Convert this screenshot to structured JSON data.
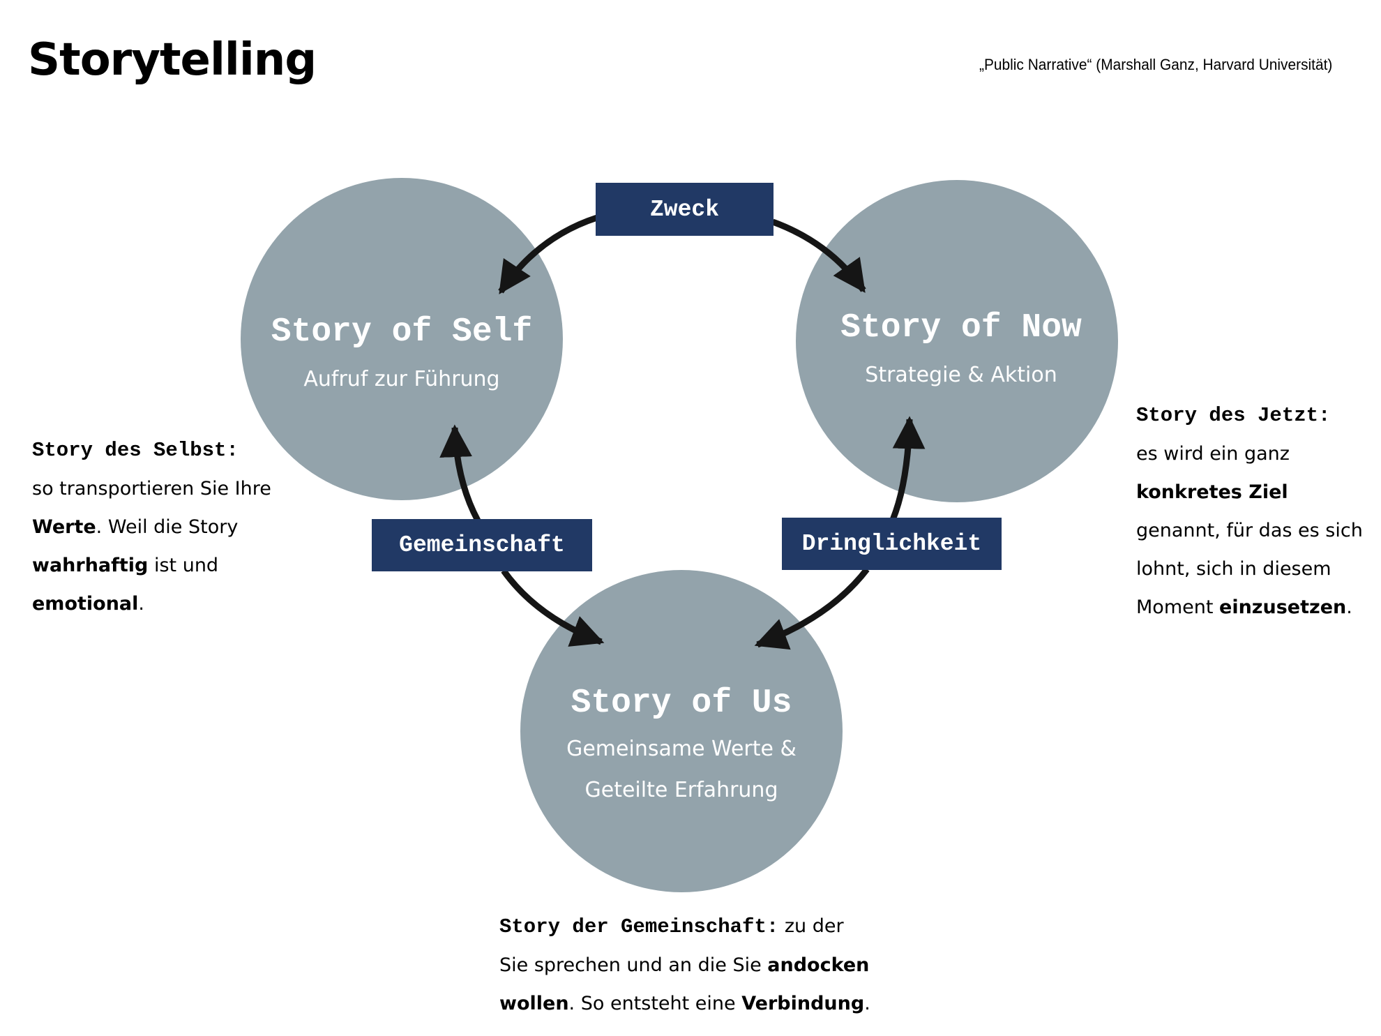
{
  "header": {
    "title": "Storytelling",
    "citation": "„Public Narrative“ (Marshall Ganz, Harvard Universität)"
  },
  "colors": {
    "circle_fill": "#93a3ab",
    "tag_fill": "#213965",
    "arrow": "#151515",
    "text": "#000000"
  },
  "circles": {
    "self": {
      "title": "Story of Self",
      "subtitle": [
        "Aufruf zur Führung"
      ]
    },
    "now": {
      "title": "Story of Now",
      "subtitle": [
        "Strategie & Aktion"
      ]
    },
    "us": {
      "title": "Story of Us",
      "subtitle": [
        "Gemeinsame Werte &",
        "Geteilte Erfahrung"
      ]
    }
  },
  "tags": {
    "zweck": "Zweck",
    "gemeinschaft": "Gemeinschaft",
    "dringlichkeit": "Dringlichkeit"
  },
  "connections": [
    {
      "label": "Zweck",
      "from": "Zweck",
      "to": "Story of Self"
    },
    {
      "label": "Zweck",
      "from": "Zweck",
      "to": "Story of Now"
    },
    {
      "label": "Gemeinschaft",
      "from": "Gemeinschaft",
      "to": "Story of Self"
    },
    {
      "label": "Gemeinschaft",
      "from": "Gemeinschaft",
      "to": "Story of Us"
    },
    {
      "label": "Dringlichkeit",
      "from": "Dringlichkeit",
      "to": "Story of Now"
    },
    {
      "label": "Dringlichkeit",
      "from": "Dringlichkeit",
      "to": "Story of Us"
    }
  ],
  "notes": {
    "self": {
      "heading": "Story des Selbst:",
      "l1": "so transportieren Sie Ihre",
      "l2_bold": "Werte",
      "l2_rest": ". Weil die Story",
      "l3_bold": "wahrhaftig",
      "l3_rest": " ist und",
      "l4_bold": "emotional",
      "l4_rest": "."
    },
    "now": {
      "heading": "Story des Jetzt:",
      "l1": "es wird ein ganz",
      "l2_bold": "konkretes Ziel",
      "l3": "genannt, für das es sich",
      "l4": "lohnt, sich in diesem",
      "l5_pre": "Moment ",
      "l5_bold": "einzusetzen",
      "l5_rest": "."
    },
    "us": {
      "heading": "Story der Gemeinschaft:",
      "l1_rest": " zu der",
      "l2_pre": "Sie sprechen und an die Sie ",
      "l2_bold": "andocken",
      "l3_bold": "wollen",
      "l3_mid": ". So entsteht eine ",
      "l3_bold2": "Verbindung",
      "l3_rest": "."
    }
  }
}
